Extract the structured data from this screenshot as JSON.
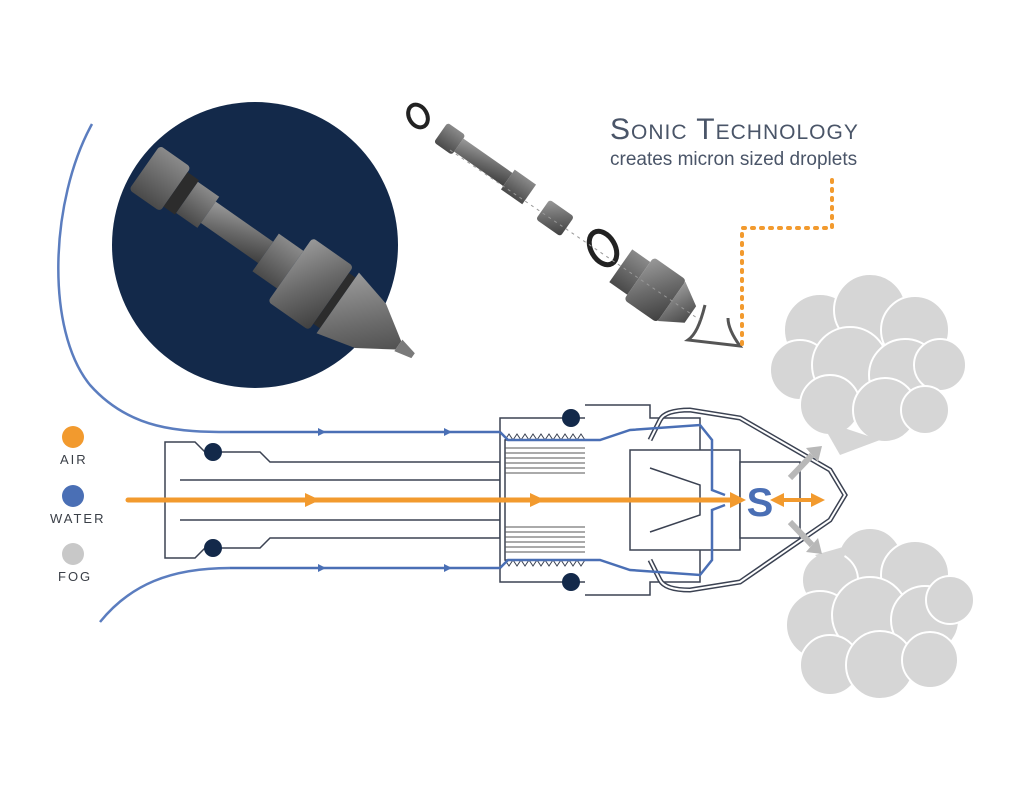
{
  "heading": {
    "title": "Sonic Technology",
    "subtitle": "creates micron sized droplets"
  },
  "legend": [
    {
      "label": "AIR",
      "color": "#f29a2e"
    },
    {
      "label": "WATER",
      "color": "#4a6fb5"
    },
    {
      "label": "FOG",
      "color": "#c8c8c8"
    }
  ],
  "symbol": {
    "letter": "S"
  },
  "colors": {
    "air": "#f29a2e",
    "water": "#4a6fb5",
    "fog": "#c8c8c8",
    "navy": "#13294a",
    "outline": "#3b4252",
    "metal": "#6f6f70"
  }
}
